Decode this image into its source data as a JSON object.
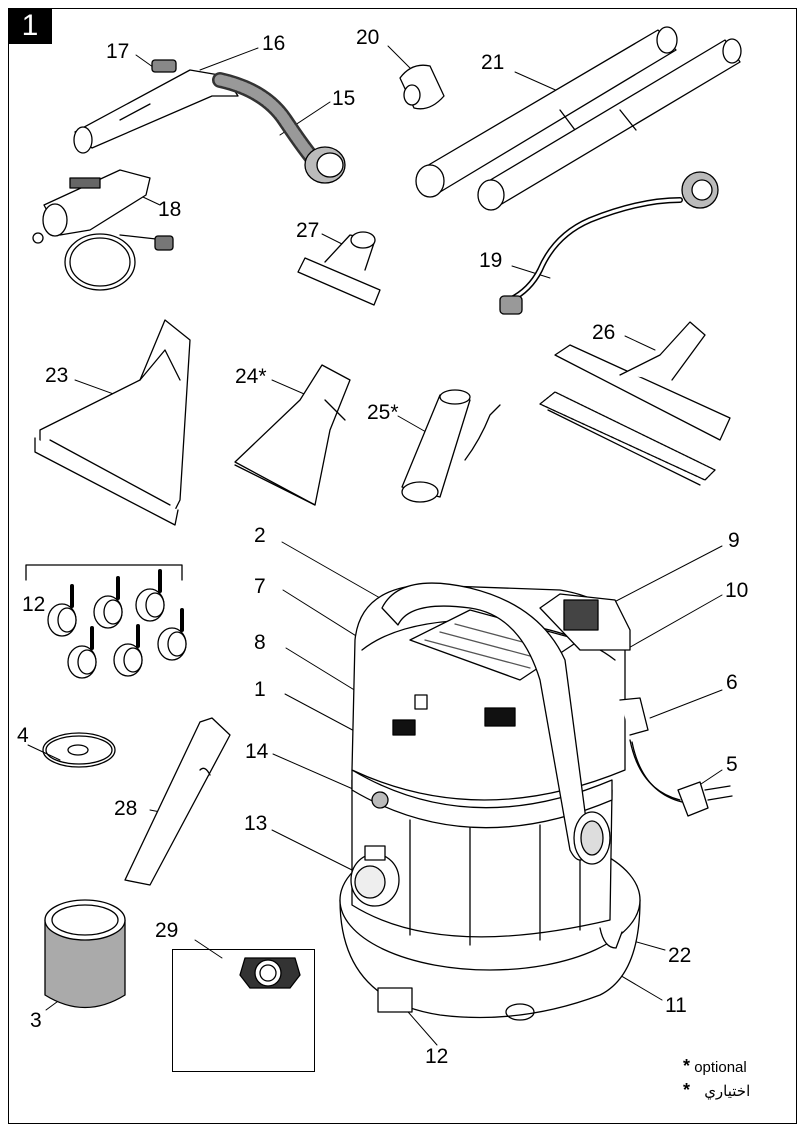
{
  "figure_number": "1",
  "labels": {
    "l1": "1",
    "l2": "2",
    "l3": "3",
    "l4": "4",
    "l5": "5",
    "l6": "6",
    "l7": "7",
    "l8": "8",
    "l9": "9",
    "l10": "10",
    "l11": "11",
    "l12a": "12",
    "l12b": "12",
    "l13": "13",
    "l14": "14",
    "l15": "15",
    "l16": "16",
    "l17": "17",
    "l18": "18",
    "l19": "19",
    "l20": "20",
    "l21": "21",
    "l22": "22",
    "l23": "23",
    "l24": "24*",
    "l25": "25*",
    "l26": "26",
    "l27": "27",
    "l28": "28",
    "l29": "29"
  },
  "notes": {
    "asterisk": "*",
    "optional_en": "optional",
    "optional_ar": "اختياري"
  }
}
